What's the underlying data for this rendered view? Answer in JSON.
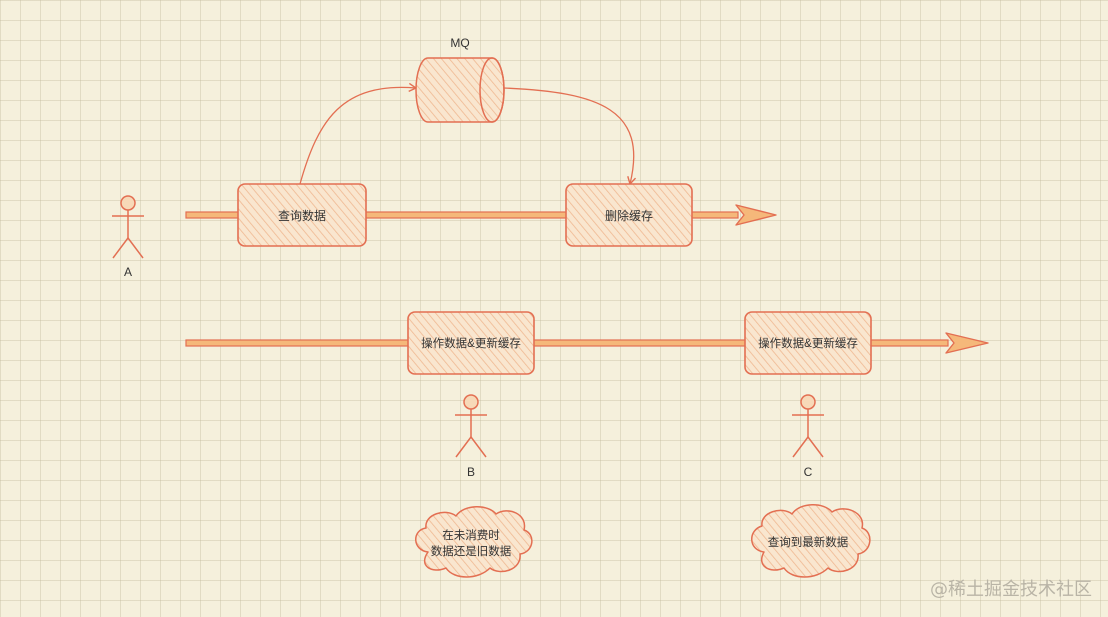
{
  "colors": {
    "background": "#f5f0dc",
    "stroke": "#e36f52",
    "fill": "#f7d9b8",
    "arrow_fill": "#f5b87a",
    "text": "#333333"
  },
  "mq": {
    "label": "MQ"
  },
  "row1": {
    "box1": "查询数据",
    "box2": "删除缓存",
    "actor_label": "A"
  },
  "row2": {
    "box1": "操作数据&更新缓存",
    "box2": "操作数据&更新缓存",
    "actor_b_label": "B",
    "actor_c_label": "C"
  },
  "clouds": {
    "b_line1": "在未消费时",
    "b_line2": "数据还是旧数据",
    "c_text": "查询到最新数据"
  },
  "watermark": "@稀土掘金技术社区"
}
